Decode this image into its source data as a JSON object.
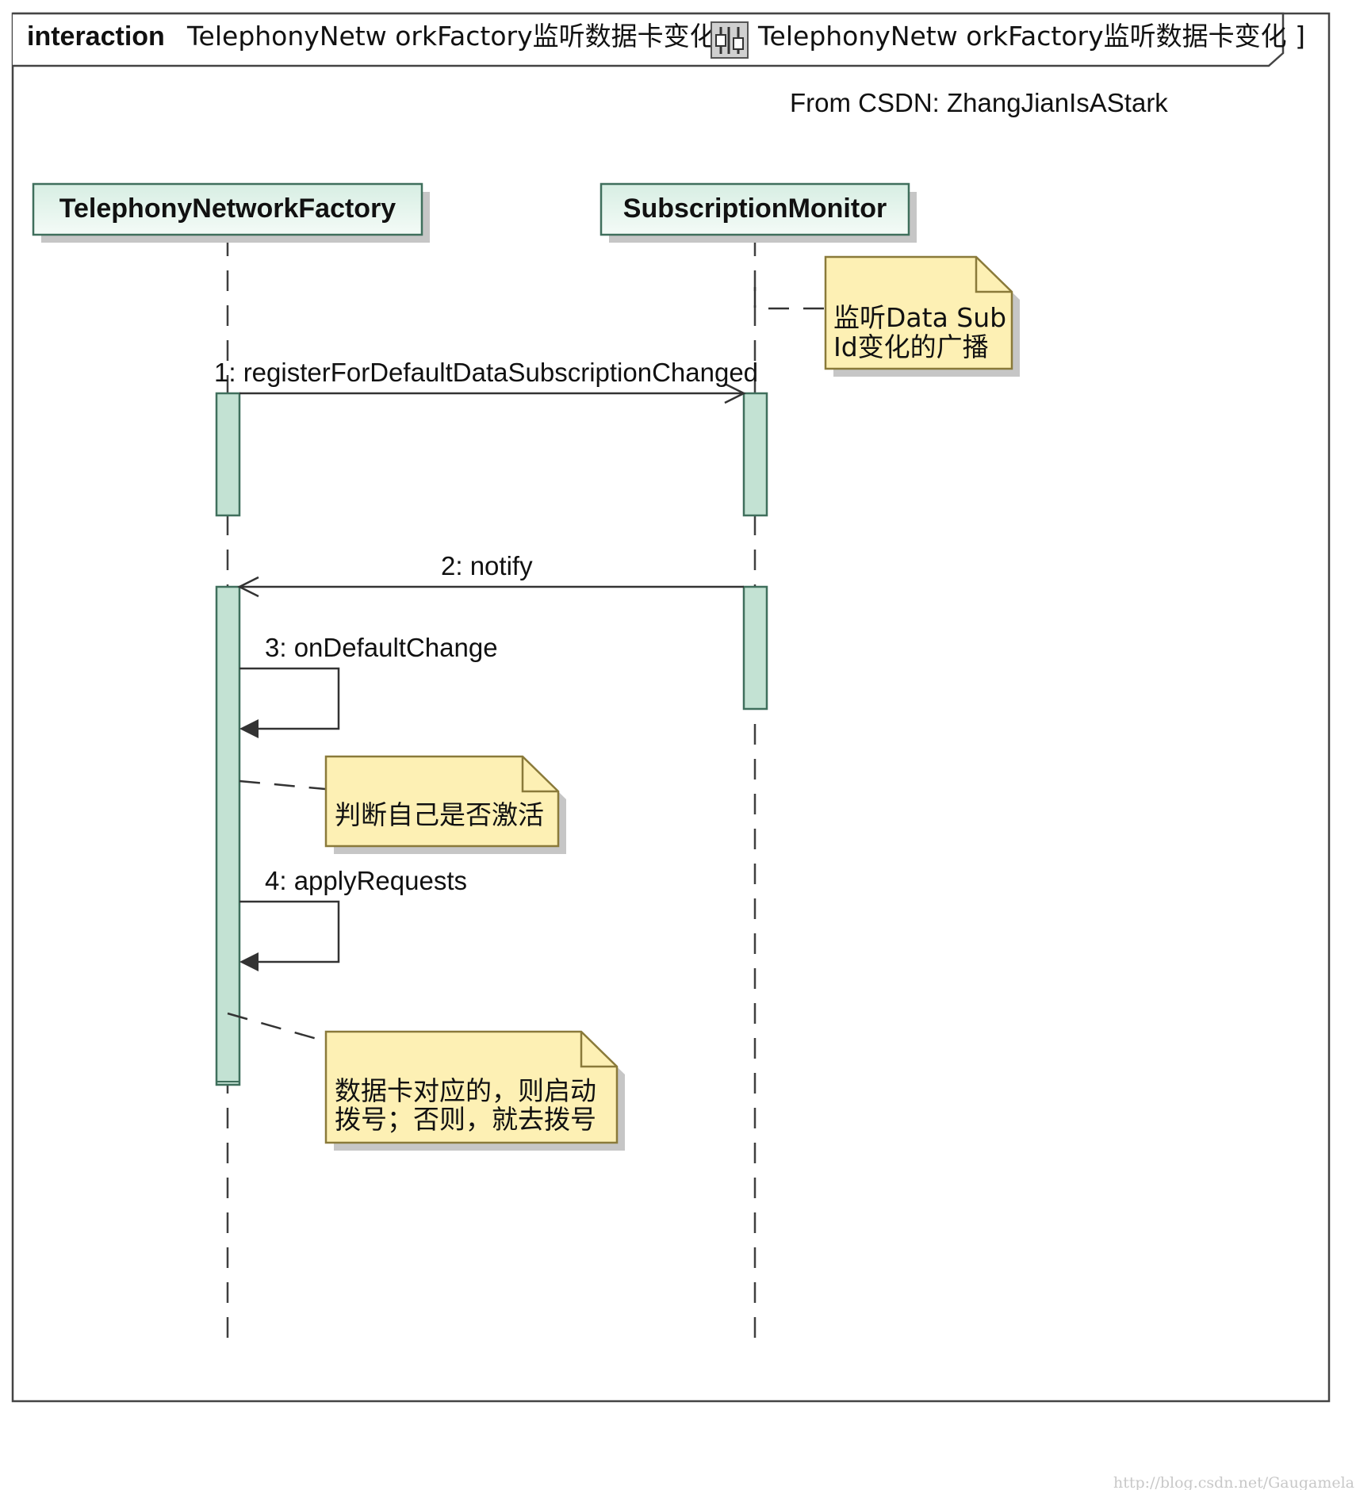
{
  "frame": {
    "keyword": "interaction",
    "title": "TelephonyNetw orkFactory监听数据卡变化 [",
    "title_ref": "TelephonyNetw orkFactory监听数据卡变化 ]",
    "ref_icon": "interaction-diagram-icon"
  },
  "credit": "From CSDN: ZhangJianIsAStark",
  "lifelines": [
    {
      "name": "TelephonyNetworkFactory"
    },
    {
      "name": "SubscriptionMonitor"
    }
  ],
  "messages": [
    {
      "label": "1: registerForDefaultDataSubscriptionChanged",
      "from": "TelephonyNetworkFactory",
      "to": "SubscriptionMonitor",
      "kind": "async"
    },
    {
      "label": "2: notify",
      "from": "SubscriptionMonitor",
      "to": "TelephonyNetworkFactory",
      "kind": "async"
    },
    {
      "label": "3: onDefaultChange",
      "from": "TelephonyNetworkFactory",
      "to": "TelephonyNetworkFactory",
      "kind": "sync-self"
    },
    {
      "label": "4: applyRequests",
      "from": "TelephonyNetworkFactory",
      "to": "TelephonyNetworkFactory",
      "kind": "sync-self"
    }
  ],
  "notes": [
    {
      "lines": [
        "监听Data Sub",
        "Id变化的广播"
      ],
      "attached_to": "SubscriptionMonitor"
    },
    {
      "lines": [
        "判断自己是否激活"
      ],
      "attached_to": "TelephonyNetworkFactory"
    },
    {
      "lines": [
        "数据卡对应的，则启动",
        "拨号；否则，就去拨号"
      ],
      "attached_to": "TelephonyNetworkFactory"
    }
  ],
  "watermark": "http://blog.csdn.net/Gaugamela",
  "colors": {
    "lifeline_fill": "#cfe9dd",
    "lifeline_border": "#3f6f5c",
    "activation_fill": "#c3e2d3",
    "note_fill": "#fdf0b4",
    "note_border": "#8a7a3a",
    "shadow": "#c6c6c6",
    "frame": "#444444"
  }
}
